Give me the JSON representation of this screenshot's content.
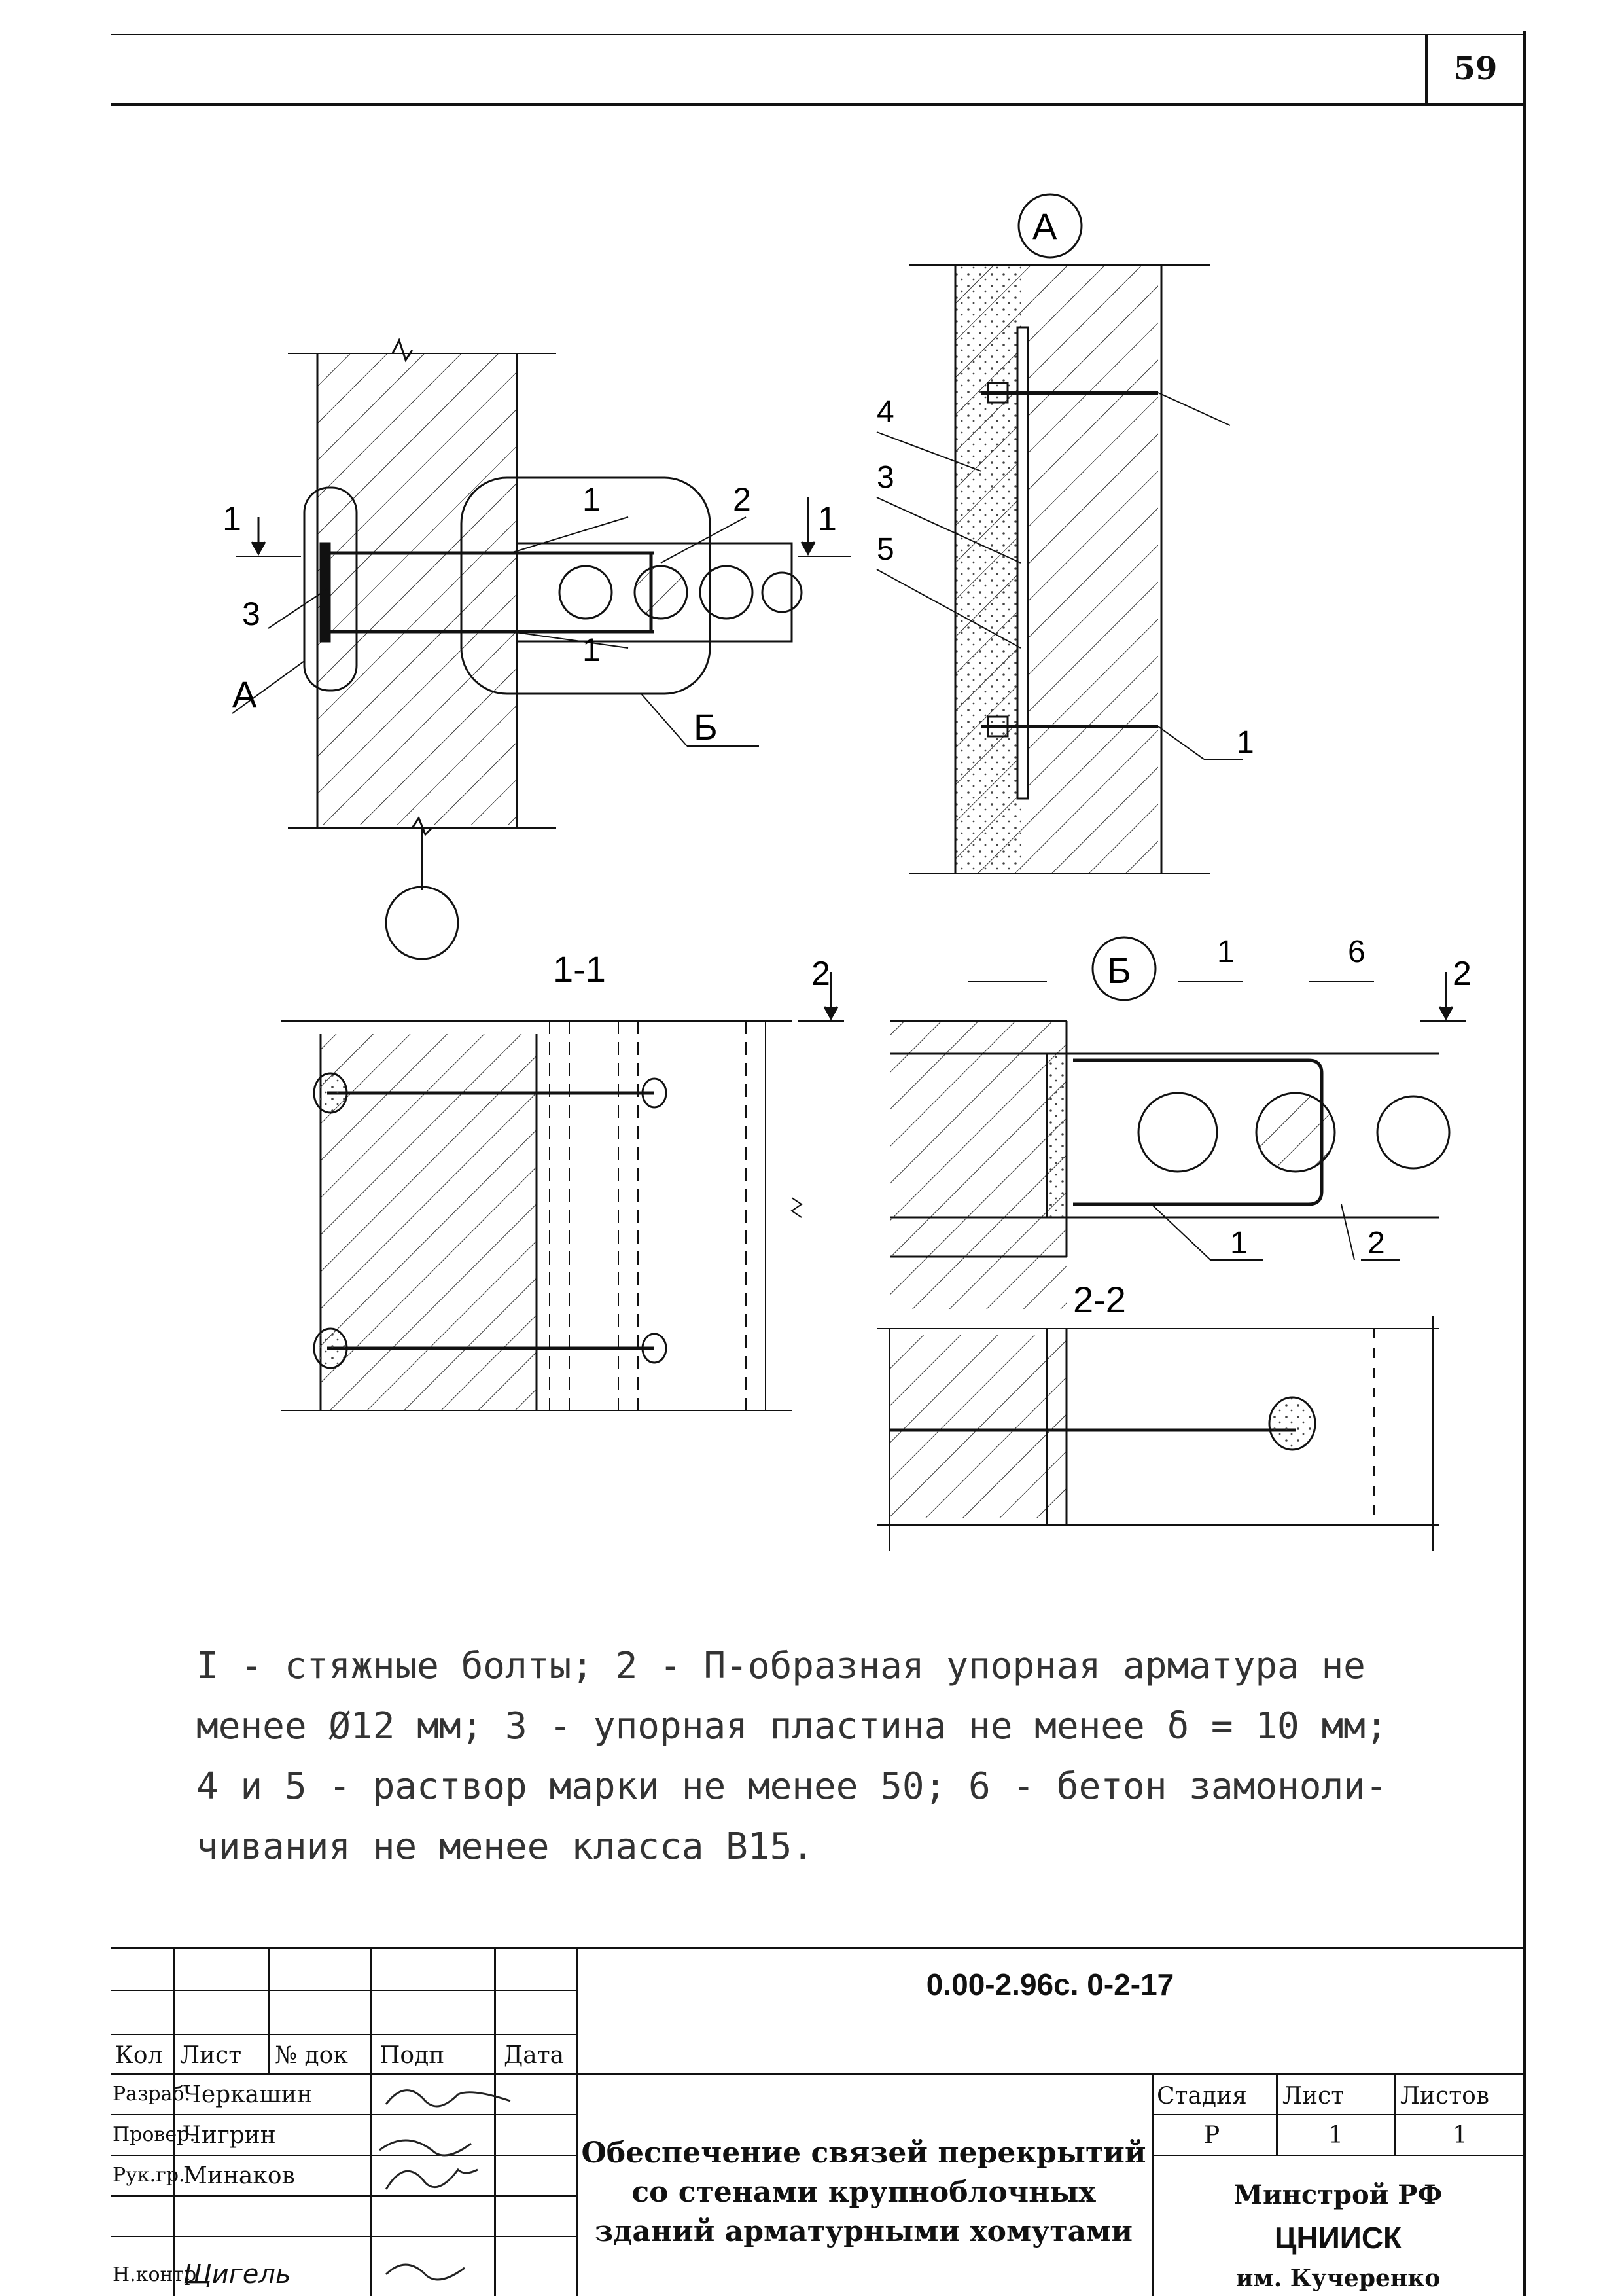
{
  "page_number": "59",
  "drawing": {
    "callouts": {
      "A_top": "A",
      "section_1_1": "1-1",
      "B_top": "Б",
      "section_2_2": "2-2",
      "left_A": "A",
      "left_B": "Б",
      "label_1": "1",
      "label_2": "2",
      "label_3": "3",
      "label_4": "4",
      "label_5": "5",
      "label_6": "6",
      "cut_1": "1",
      "cut_2": "2"
    }
  },
  "legend": {
    "lines": [
      "I - стяжные болты; 2 - П-образная упорная арматура не",
      "менее Ø12 мм; 3 - упорная пластина не менее δ = 10 мм;",
      "4 и 5 - раствор марки не менее 50; 6 - бетон замоноли-",
      "чивания не менее класса В15."
    ]
  },
  "title_block": {
    "code": "0.00-2.96с. 0-2-17",
    "headers": {
      "kol": "Кол",
      "list": "Лист",
      "ndoc": "№ док",
      "podp": "Подп",
      "data": "Дата"
    },
    "rows": [
      {
        "role": "Разраб.",
        "name": "Черкашин"
      },
      {
        "role": "Провер.",
        "name": "Чигрин"
      },
      {
        "role": "Рук.гр.",
        "name": "Минаков"
      },
      {
        "role": "",
        "name": ""
      },
      {
        "role": "Н.контр",
        "name": "Щигель"
      }
    ],
    "title": "Обеспечение связей перекрытий со стенами крупноблочных зданий арматурными хомутами",
    "stage_header": "Стадия",
    "sheet_header": "Лист",
    "sheets_header": "Листов",
    "stage": "Р",
    "sheet": "1",
    "sheets": "1",
    "org_1": "Минстрой РФ",
    "org_2": "ЦНИИСК",
    "org_3": "им. Кучеренко"
  }
}
